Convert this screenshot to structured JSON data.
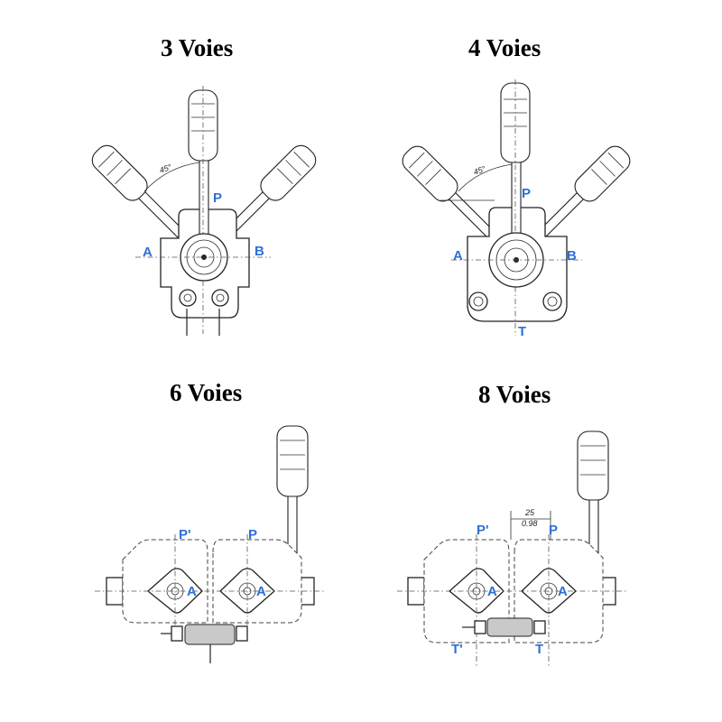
{
  "panels": [
    {
      "title": "3 Voies",
      "ports": [
        "P",
        "A",
        "B"
      ],
      "angle_label": "45°"
    },
    {
      "title": "4 Voies",
      "ports": [
        "P",
        "A",
        "B",
        "T"
      ],
      "angle_label": "45°"
    },
    {
      "title": "6 Voies",
      "ports": [
        "P'",
        "P",
        "A",
        "A"
      ]
    },
    {
      "title": "8 Voies",
      "ports": [
        "P'",
        "P",
        "A",
        "A",
        "T'",
        "T"
      ],
      "dimension_mm": "25",
      "dimension_in": "0.98"
    }
  ]
}
